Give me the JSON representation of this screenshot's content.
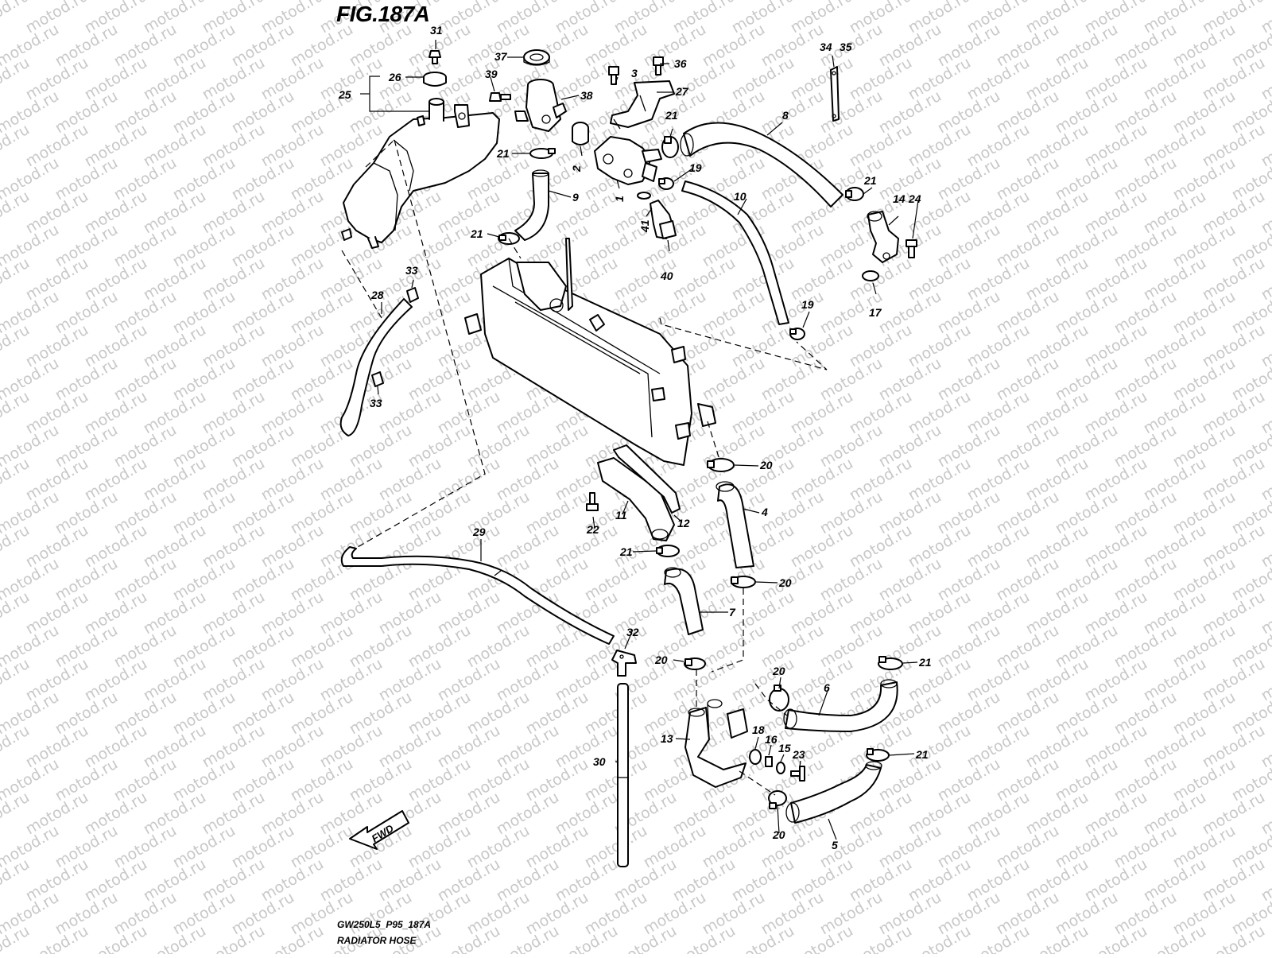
{
  "figure": {
    "title": "FIG.187A",
    "model_code": "GW250L5_P95_187A",
    "caption": "RADIATOR HOSE"
  },
  "watermark": "motod.ru",
  "direction_label": "FWD",
  "part_labels": [
    {
      "id": "31",
      "text": "31"
    },
    {
      "id": "26",
      "text": "26"
    },
    {
      "id": "25",
      "text": "25"
    },
    {
      "id": "37",
      "text": "37"
    },
    {
      "id": "39",
      "text": "39"
    },
    {
      "id": "38",
      "text": "38"
    },
    {
      "id": "3",
      "text": "3"
    },
    {
      "id": "36",
      "text": "36"
    },
    {
      "id": "27",
      "text": "27"
    },
    {
      "id": "34",
      "text": "34"
    },
    {
      "id": "35",
      "text": "35"
    },
    {
      "id": "21a",
      "text": "21"
    },
    {
      "id": "8",
      "text": "8"
    },
    {
      "id": "21b",
      "text": "21"
    },
    {
      "id": "2",
      "text": "2"
    },
    {
      "id": "19a",
      "text": "19"
    },
    {
      "id": "1",
      "text": "1"
    },
    {
      "id": "9",
      "text": "9"
    },
    {
      "id": "10",
      "text": "10"
    },
    {
      "id": "21c",
      "text": "21"
    },
    {
      "id": "14",
      "text": "14"
    },
    {
      "id": "24",
      "text": "24"
    },
    {
      "id": "41",
      "text": "41"
    },
    {
      "id": "21d",
      "text": "21"
    },
    {
      "id": "40",
      "text": "40"
    },
    {
      "id": "33a",
      "text": "33"
    },
    {
      "id": "17",
      "text": "17"
    },
    {
      "id": "28",
      "text": "28"
    },
    {
      "id": "19b",
      "text": "19"
    },
    {
      "id": "33b",
      "text": "33"
    },
    {
      "id": "20a",
      "text": "20"
    },
    {
      "id": "4",
      "text": "4"
    },
    {
      "id": "11",
      "text": "11"
    },
    {
      "id": "12",
      "text": "12"
    },
    {
      "id": "22",
      "text": "22"
    },
    {
      "id": "29",
      "text": "29"
    },
    {
      "id": "21e",
      "text": "21"
    },
    {
      "id": "20b",
      "text": "20"
    },
    {
      "id": "7",
      "text": "7"
    },
    {
      "id": "32",
      "text": "32"
    },
    {
      "id": "20c",
      "text": "20"
    },
    {
      "id": "21f",
      "text": "21"
    },
    {
      "id": "20d",
      "text": "20"
    },
    {
      "id": "6",
      "text": "6"
    },
    {
      "id": "13",
      "text": "13"
    },
    {
      "id": "18",
      "text": "18"
    },
    {
      "id": "16",
      "text": "16"
    },
    {
      "id": "15",
      "text": "15"
    },
    {
      "id": "23",
      "text": "23"
    },
    {
      "id": "21g",
      "text": "21"
    },
    {
      "id": "30",
      "text": "30"
    },
    {
      "id": "20e",
      "text": "20"
    },
    {
      "id": "5",
      "text": "5"
    }
  ]
}
